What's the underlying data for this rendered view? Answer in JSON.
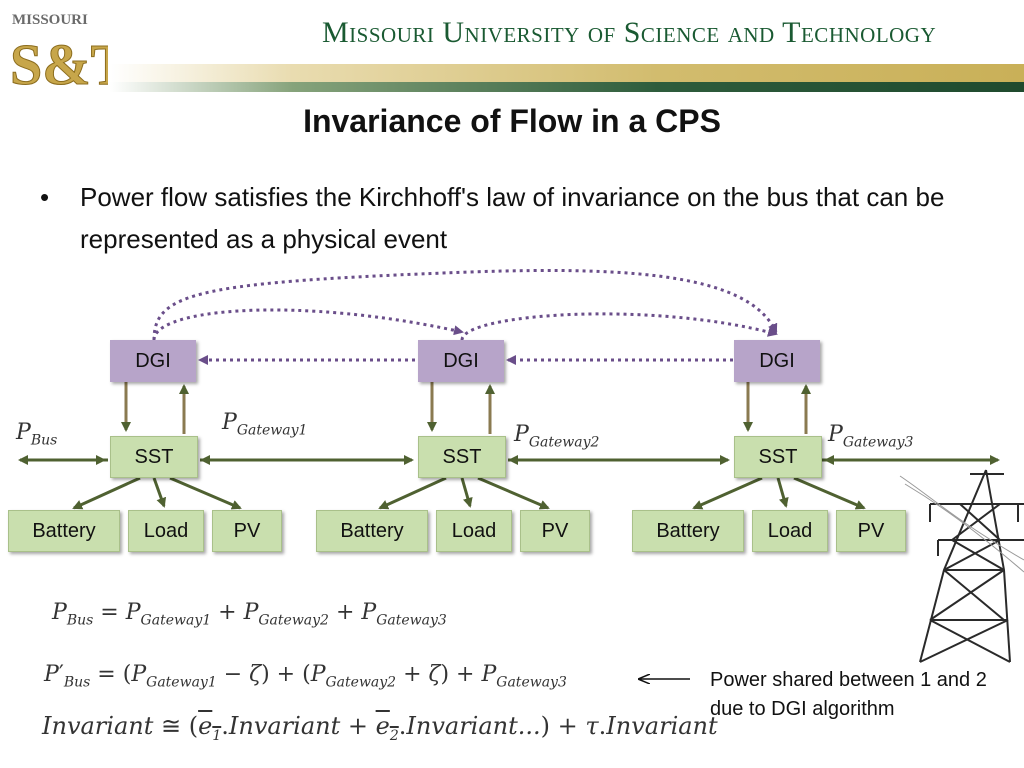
{
  "header": {
    "logo_line1": "MISSOURI",
    "logo_line2": "S&T",
    "university": "Missouri University of Science and Technology"
  },
  "slide": {
    "title": "Invariance of Flow in a CPS",
    "bullet": "Power flow satisfies the Kirchhoff's law of invariance on the bus that can be represented as a physical event"
  },
  "diagram": {
    "nodes": [
      {
        "dgi": "DGI",
        "sst": "SST",
        "leaves": [
          "Battery",
          "Load",
          "PV"
        ]
      },
      {
        "dgi": "DGI",
        "sst": "SST",
        "leaves": [
          "Battery",
          "Load",
          "PV"
        ]
      },
      {
        "dgi": "DGI",
        "sst": "SST",
        "leaves": [
          "Battery",
          "Load",
          "PV"
        ]
      }
    ],
    "bus_label": {
      "base": "P",
      "sub": "Bus"
    },
    "gateway_labels": [
      {
        "base": "P",
        "sub": "Gateway1"
      },
      {
        "base": "P",
        "sub": "Gateway2"
      },
      {
        "base": "P",
        "sub": "Gateway3"
      }
    ]
  },
  "equations": {
    "eq1": "P_Bus = P_Gateway1 + P_Gateway2 + P_Gateway3",
    "eq2": "P'_Bus = (P_Gateway1 − ζ) + (P_Gateway2 + ζ) + P_Gateway3",
    "eq3": "Invariant ≅ (e1.Invariant + e2.Invariant...) + τ.Invariant"
  },
  "annotation": {
    "text": "Power shared between 1 and 2 due to DGI algorithm"
  },
  "colors": {
    "dgi_fill": "#b7a4c9",
    "leaf_fill": "#c9dfae",
    "connector": "#4f6131",
    "dotted_link": "#6a4e8a",
    "header_green": "#1a5a32"
  },
  "icons": {
    "tower": "power-transmission-tower-icon"
  }
}
